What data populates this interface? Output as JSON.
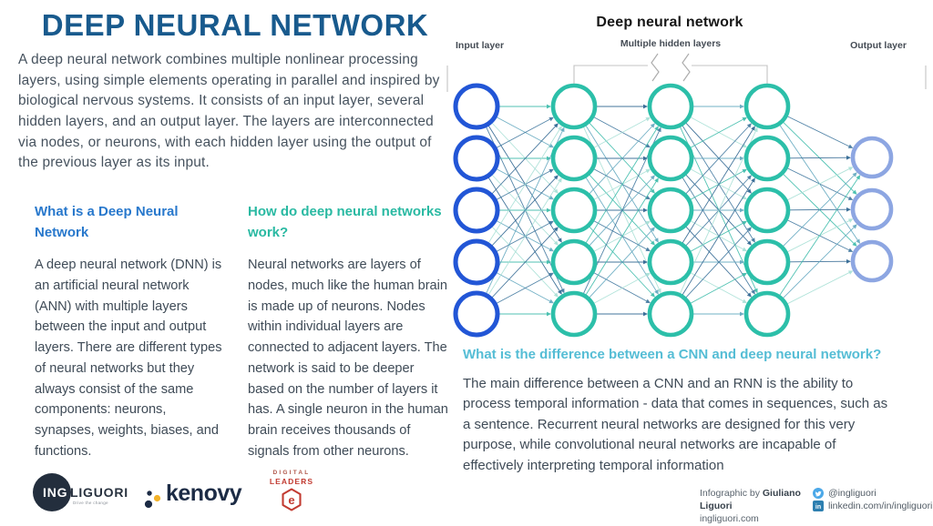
{
  "page": {
    "background": "#ffffff",
    "accent_colors": {
      "title_blue": "#185a8d",
      "heading_blue": "#2878cc",
      "heading_teal": "#29b9a2",
      "heading_cyan": "#55bdd5",
      "body_gray": "#3f4b57"
    }
  },
  "header": {
    "title": "DEEP NEURAL NETWORK",
    "intro": "A deep neural network combines multiple nonlinear processing layers, using simple elements operating in parallel and inspired by biological nervous systems. It consists of an input layer, several hidden layers, and an output layer. The layers are interconnected via nodes, or neurons, with each hidden layer using the output of the previous layer as its input."
  },
  "sections": [
    {
      "heading": "What is a Deep Neural Network",
      "heading_color": "#2878cc",
      "body": "A deep neural network (DNN) is an artificial neural network (ANN) with multiple layers between the input and output layers. There are different types of neural networks but they always consist of the same components: neurons, synapses, weights, biases, and functions."
    },
    {
      "heading": "How do deep neural networks work?",
      "heading_color": "#29b9a2",
      "body": "Neural networks are layers of nodes, much like the human brain is made up of neurons. Nodes within individual layers are connected to adjacent layers. The network is said to be deeper based on the number of layers it has. A single neuron in the human brain receives thousands of signals from other neurons."
    },
    {
      "heading": "What is the difference between a CNN and deep neural network?",
      "heading_color": "#55bdd5",
      "body": "The main difference between a CNN and an RNN is the ability to process temporal information - data that comes in sequences, such as a sentence. Recurrent neural networks are designed for this very purpose, while convolutional neural networks are incapable of effectively interpreting temporal information"
    }
  ],
  "diagram": {
    "title": "Deep neural network",
    "labels": {
      "input": "Input layer",
      "hidden": "Multiple hidden layers",
      "output": "Output layer"
    },
    "layers": [
      {
        "role": "input",
        "count": 5
      },
      {
        "role": "hidden",
        "count": 5
      },
      {
        "role": "hidden",
        "count": 5
      },
      {
        "role": "hidden",
        "count": 5
      },
      {
        "role": "output",
        "count": 3
      }
    ],
    "colors": {
      "input": "#2256d6",
      "hidden": "#2cbfa9",
      "output": "#8da6e2",
      "bracket": "#c3c3c3",
      "edge_palette": [
        "#3fbcab",
        "#a9e0d6",
        "#41789f",
        "#63a8bf",
        "#2f6691"
      ]
    }
  },
  "footer": {
    "logos": {
      "ingliguori": {
        "circle_text": "ING",
        "name": "LIGUORI",
        "tagline": "Drive the change"
      },
      "kenovy": {
        "name": "kenovy",
        "navy": "#1c2b45",
        "yellow": "#f3b229"
      },
      "digital_leaders": {
        "line1": "DIGITAL",
        "line2": "LEADERS",
        "badge_letter": "e",
        "red": "#c23b32"
      }
    },
    "credits": {
      "prefix": "Infographic by",
      "author": "Giuliano Liguori",
      "website": "ingliguori.com",
      "twitter_handle": "@ingliguori",
      "linkedin_url": "linkedin.com/in/ingliguori",
      "linkedin_icon_label": "in",
      "twitter_blue": "#4ba8e8",
      "linkedin_blue": "#2d7fb0"
    }
  }
}
